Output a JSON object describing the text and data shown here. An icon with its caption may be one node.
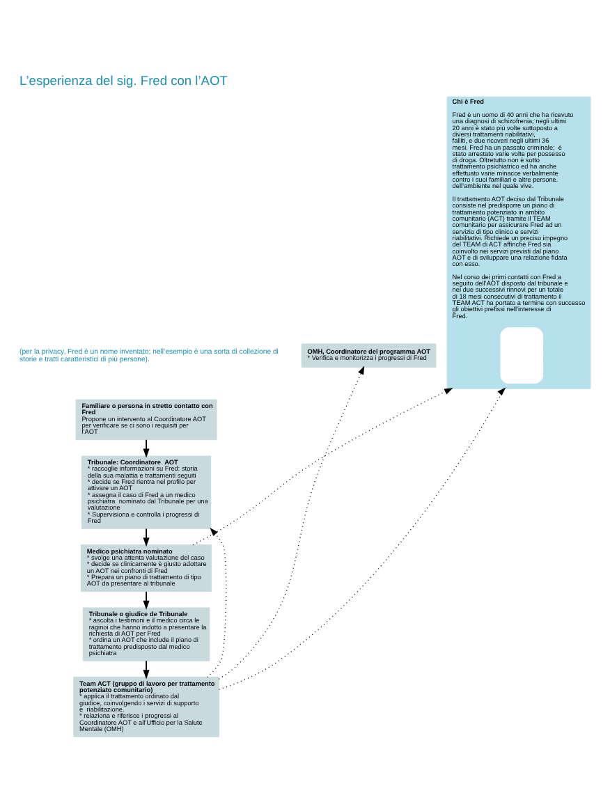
{
  "diagram": {
    "title": "L’esperienza del sig. Fred con l’AOT",
    "nodes": [
      {
        "text": [
          "Familiare o persona in stretto contatto con Fred",
          "Propone un intervento al Coordinatore AOT per verificare se ci sono i requisiti per l’AOT"
        ]
      },
      {
        "text": [
          "Tribunale: Coordinatore  AOT",
          "* raccoglie informazioni su Fred: storia della sua malattia e trattamenti seguiti",
          "* decide se Fred rientra nel profilo per attivare un AOT",
          "* assegna il caso di Fred a un medico psichiatra  nominato dal Tribunale per una valutazione",
          "* Supervisiona e controlla i progressi di Fred"
        ]
      },
      {
        "text": [
          "Medico psichiatra nominato",
          "* svolge una attenta valutazione del caso",
          "* decide se clinicamente è giusto adottare un AOT nei confronti di Fred",
          "* Prepara un piano di trattamento di tipo AOT da presentare al tribunale"
        ]
      },
      {
        "text": [
          "Tribunale o giudice de Tribunale",
          "* ascolta i testimoni e il medico circa le raginoi che hanno indotto a presentare la richiesta di AOT per Fred",
          "* ordina un AOT che include il piano di trattamento predisposto dal medico psichiatra"
        ]
      },
      {
        "text": [
          "Team ACT (gruppo di lavoro per trattamento potenziato comunitario)",
          "* applica il trattamento ordinato dal giudice, coinvolgendo i servizi di supporto e  riabilitazione.",
          "* relaziona e riferisce i progressi al Coordinatore AOT e all’Ufficio per la Salute Mentale (OMH)"
        ]
      },
      {
        "text": [
          "OMH, Coordinatore del programma AOT",
          "* Verifica e monitorizza i progressi di Fred"
        ]
      },
      {
        "text": [
          "Chi è Fred",
          "Fred è un uomo di 40 anni che ha ricevuto una diagnosi di schizofrenia; negli ultimi 20 anni è stato più volte sottoposto a diversi trattamenti riabilitativi, falliti, e due ricoveri negli ultimi 36 mesi. Fred ha un passato criminale;  è stato arrestato varie volte per possesso di droga. Oltretutto non è sotto trattamento psichiatrico ed ha anche effettuato varie minacce verbalmente contro i suoi familiari e altre persone. dell’ambiente nel quale vive.",
          "Il trattamento AOT deciso dal Tribunale consiste nel predisporre un piano di trattamento potenziato in ambito comunitario (ACT) tramite il TEAM comunitario per assicurare Fred ad un servizio di tipo clinico e servizi riabilitativi. Richiede un preciso impegno del TEAM di ACT affinchè Fred sia coinvolto nei servizi previsti dal piano AOT e di sviluppare una relazione fidata con esso.",
          "Nel corso dei primi contatti con Fred a seguito dell’AOT disposto dal tribunale e nei due successivi rinnovi per un totale di 18 mesi consecutivi di trattamento il TEAM ACT ha portato a termine con successo gli obiettivi prefissi nell’interesse di Fred."
        ]
      },
      {
        "text": [],
        "shape": "person",
        "in": 6
      }
    ],
    "edges": [
      {
        "from": 0,
        "to": 1,
        "arrow": "to"
      },
      {
        "from": 1,
        "to": 2,
        "arrow": "to"
      },
      {
        "from": 2,
        "to": 3,
        "arrow": "to"
      },
      {
        "from": 3,
        "to": 4,
        "arrow": "to"
      },
      {
        "from": 2,
        "to": 6,
        "arrow": "to",
        "style": "dashed"
      },
      {
        "from": 4,
        "to": 6,
        "arrow": "to",
        "style": "dashed"
      },
      {
        "from": 4,
        "to": 1,
        "arrow": "to",
        "style": "dashed"
      },
      {
        "from": 4,
        "to": 5,
        "arrow": "to",
        "style": "dashed"
      }
    ],
    "labels": [
      "(per la privacy, Fred è un nome inventato; nell’esempio è una sorta di collezione di storie e tratti caratteristici di più persone)."
    ]
  }
}
